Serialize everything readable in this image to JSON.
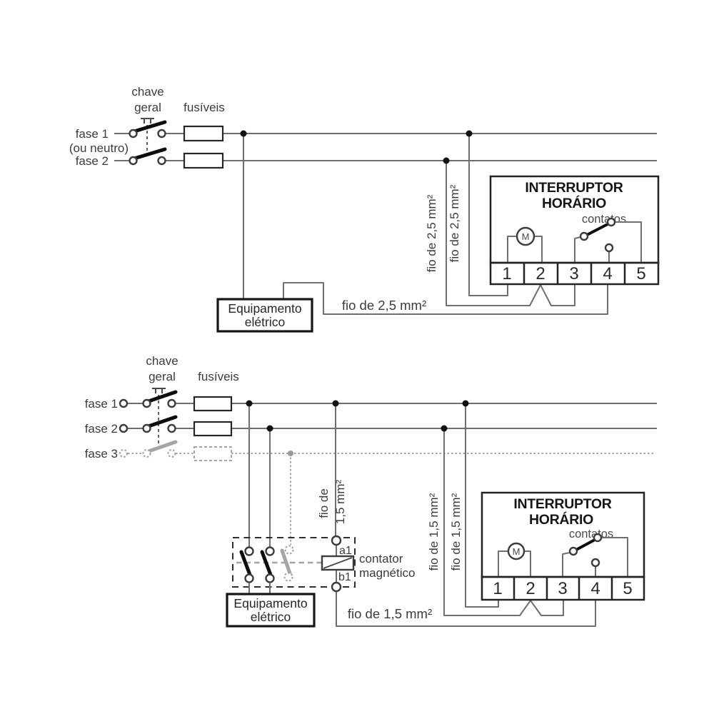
{
  "colors": {
    "wire": "#6f6f6f",
    "component_stroke": "#262626",
    "blade_black": "#0d0d0d",
    "text": "#3c3c3c",
    "phase3_gray": "#a5a5a5",
    "background": "#ffffff"
  },
  "top": {
    "chave": "chave",
    "geral": "geral",
    "fusiveis": "fusíveis",
    "fase1": "fase 1",
    "ou_neutro": "(ou neutro)",
    "fase2": "fase 2",
    "fio_v1": "fio de 2,5 mm²",
    "fio_v2": "fio de 2,5 mm²",
    "fio_h": "fio de 2,5 mm²",
    "equip1": "Equipamento",
    "equip2": "elétrico",
    "title1": "INTERRUPTOR",
    "title2": "HORÁRIO",
    "contatos": "contatos",
    "motor": "M",
    "terminals": [
      "1",
      "2",
      "3",
      "4",
      "5"
    ]
  },
  "bottom": {
    "chave": "chave",
    "geral": "geral",
    "fusiveis": "fusíveis",
    "fase1": "fase 1",
    "fase2": "fase 2",
    "fase3": "fase 3",
    "fio_mid_1": "fio de",
    "fio_mid_2": "1,5 mm²",
    "fio_v1": "fio de 1,5 mm²",
    "fio_v2": "fio de 1,5 mm²",
    "fio_h": "fio de 1,5 mm²",
    "a1": "a1",
    "b1": "b1",
    "contator1": "contator",
    "contator2": "magnético",
    "equip1": "Equipamento",
    "equip2": "elétrico",
    "title1": "INTERRUPTOR",
    "title2": "HORÁRIO",
    "contatos": "contatos",
    "motor": "M",
    "terminals": [
      "1",
      "2",
      "3",
      "4",
      "5"
    ]
  }
}
